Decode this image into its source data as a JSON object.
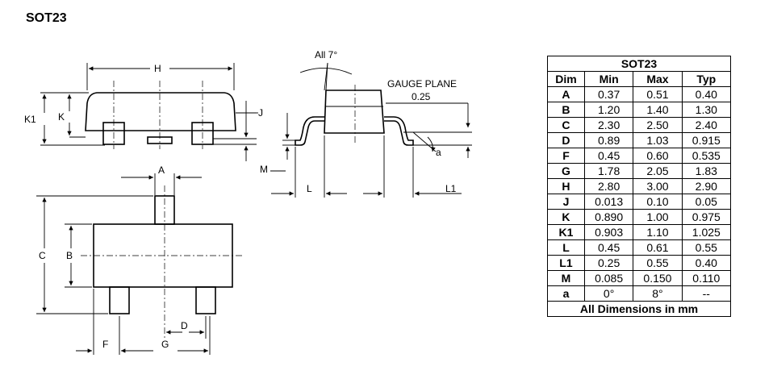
{
  "title": "SOT23",
  "drawing_labels": {
    "H": "H",
    "K1": "K1",
    "K": "K",
    "J": "J",
    "M": "M",
    "A": "A",
    "B": "B",
    "C": "C",
    "D": "D",
    "F": "F",
    "G": "G",
    "angle": "All 7°",
    "gauge_plane": "GAUGE PLANE",
    "gauge_value": "0.25",
    "L": "L",
    "L1": "L1",
    "a": "a"
  },
  "table": {
    "caption": "SOT23",
    "headers": [
      "Dim",
      "Min",
      "Max",
      "Typ"
    ],
    "rows": [
      [
        "A",
        "0.37",
        "0.51",
        "0.40"
      ],
      [
        "B",
        "1.20",
        "1.40",
        "1.30"
      ],
      [
        "C",
        "2.30",
        "2.50",
        "2.40"
      ],
      [
        "D",
        "0.89",
        "1.03",
        "0.915"
      ],
      [
        "F",
        "0.45",
        "0.60",
        "0.535"
      ],
      [
        "G",
        "1.78",
        "2.05",
        "1.83"
      ],
      [
        "H",
        "2.80",
        "3.00",
        "2.90"
      ],
      [
        "J",
        "0.013",
        "0.10",
        "0.05"
      ],
      [
        "K",
        "0.890",
        "1.00",
        "0.975"
      ],
      [
        "K1",
        "0.903",
        "1.10",
        "1.025"
      ],
      [
        "L",
        "0.45",
        "0.61",
        "0.55"
      ],
      [
        "L1",
        "0.25",
        "0.55",
        "0.40"
      ],
      [
        "M",
        "0.085",
        "0.150",
        "0.110"
      ],
      [
        "a",
        "0°",
        "8°",
        "--"
      ]
    ],
    "footer": "All Dimensions in mm"
  }
}
